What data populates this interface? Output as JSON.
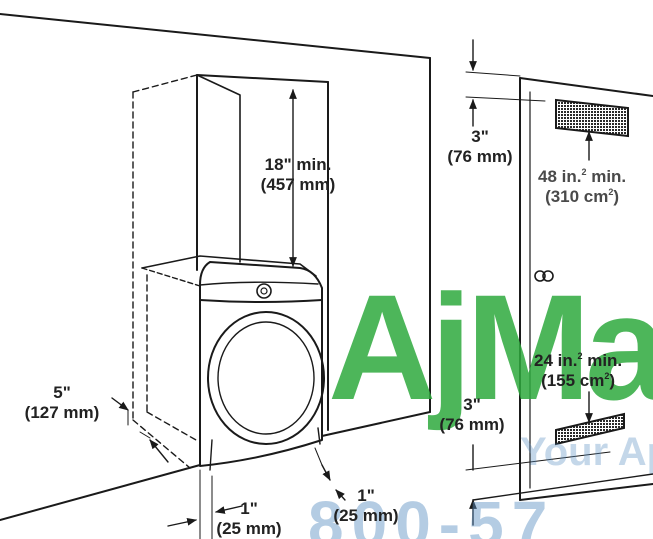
{
  "labels": {
    "top_clearance_in": "18\" min.",
    "top_clearance_mm": "(457 mm)",
    "upper_vent_gap_in": "3\"",
    "upper_vent_gap_mm": "(76 mm)",
    "upper_vent_area_in": "48 in.",
    "upper_vent_area_sup": "2",
    "upper_vent_area_min": " min.",
    "upper_vent_area_cm_open": "(310 cm",
    "upper_vent_area_cm_sup": "2",
    "upper_vent_area_cm_close": ")",
    "lower_vent_area_in": "24 in.",
    "lower_vent_area_sup": "2",
    "lower_vent_area_min": " min.",
    "lower_vent_area_cm_open": "(155 cm",
    "lower_vent_area_cm_sup": "2",
    "lower_vent_area_cm_close": ")",
    "lower_vent_gap_in": "3\"",
    "lower_vent_gap_mm": "(76 mm)",
    "rear_gap_in": "5\"",
    "rear_gap_mm": "(127 mm)",
    "side_gap_left_in": "1\"",
    "side_gap_left_mm": "(25 mm)",
    "side_gap_right_in": "1\"",
    "side_gap_right_mm": "(25 mm)"
  },
  "watermark": {
    "logo": "AjMa",
    "tagline": "Your Ap",
    "phone": "800-57",
    "color": "#2eaa3e",
    "tagline_color": "#5a8fc2"
  },
  "colors": {
    "line": "#1a1a1a",
    "vent_fill": "#3a3a3a",
    "text": "#222222"
  }
}
